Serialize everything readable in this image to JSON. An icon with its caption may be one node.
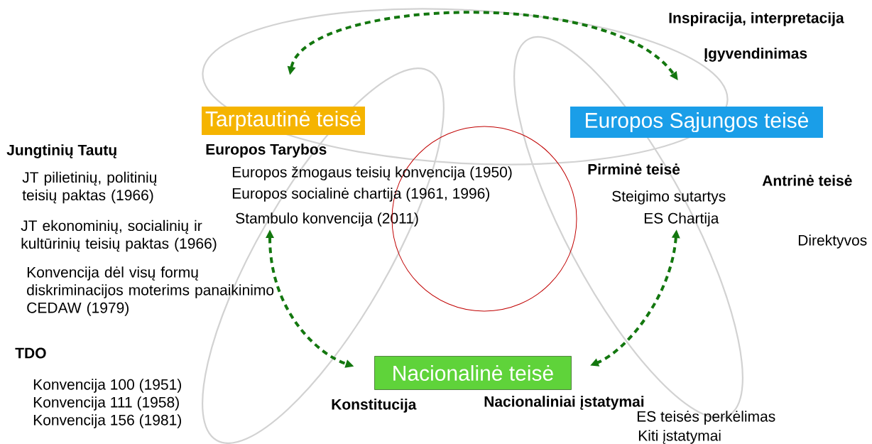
{
  "diagram": {
    "nodes": [
      {
        "text": [
          "Tarptautinė teisė"
        ],
        "beside": [
          "Europos Tarybos"
        ]
      },
      {
        "text": [
          "Europos Sąjungos teisė"
        ]
      },
      {
        "text": [
          "Nacionalinė teisė"
        ]
      },
      {
        "text": [
          "Stambulo konvencija (2011)"
        ]
      },
      {
        "text": [
          "ES Chartija"
        ]
      },
      {
        "text": [],
        "shape": "circle"
      }
    ],
    "edges": [
      {
        "from": 0,
        "to": 1,
        "arrow": "both",
        "style": "dashed"
      },
      {
        "from": 3,
        "to": 2,
        "arrow": "both",
        "style": "dashed"
      },
      {
        "from": 4,
        "to": 2,
        "arrow": "both",
        "style": "dashed"
      }
    ],
    "labels": [
      "Inspiracija, interpretacija",
      "Įgyvendinimas",
      "Jungtinių Tautų",
      "Europos žmogaus teisių konvencija (1950)",
      "Pirminė teisė",
      "Antrinė teisė",
      "JT pilietinių, politinių teisių paktas (1966)",
      "Europos socialinė chartija (1961, 1996)",
      "Steigimo sutartys",
      "JT ekonominių, socialinių ir kultūrinių teisių paktas (1966)",
      "Direktyvos",
      "Konvencija dėl visų formų diskriminacijos moterims panaikinimo CEDAW (1979)",
      "TDO",
      "Konvencija 100 (1951)",
      "Konvencija 111 (1958)",
      "Konvencija 156 (1981)",
      "Konstitucija",
      "Nacionaliniai įstatymai",
      "ES teisės perkėlimas",
      "Kiti įstatymai"
    ]
  }
}
